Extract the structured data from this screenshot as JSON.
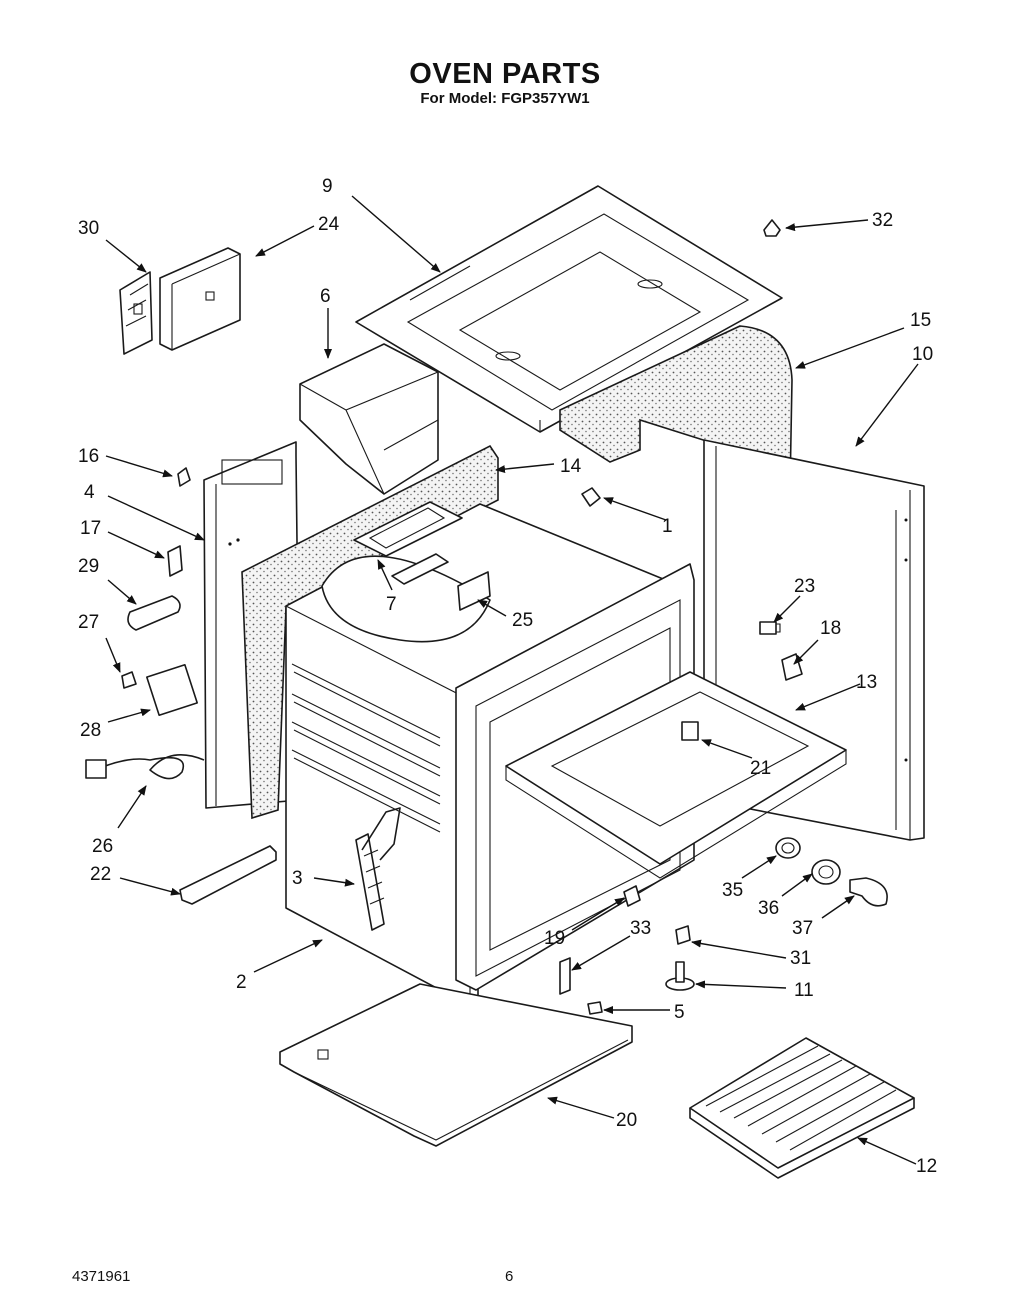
{
  "header": {
    "title": "OVEN PARTS",
    "subtitle": "For Model: FGP357YW1"
  },
  "footer": {
    "doc_number": "4371961",
    "page_number": "6"
  },
  "callouts": [
    "1",
    "2",
    "3",
    "4",
    "5",
    "6",
    "7",
    "9",
    "10",
    "11",
    "12",
    "13",
    "14",
    "15",
    "16",
    "17",
    "18",
    "19",
    "20",
    "21",
    "22",
    "23",
    "24",
    "25",
    "26",
    "27",
    "28",
    "29",
    "30",
    "31",
    "32",
    "33",
    "35",
    "36",
    "37"
  ]
}
